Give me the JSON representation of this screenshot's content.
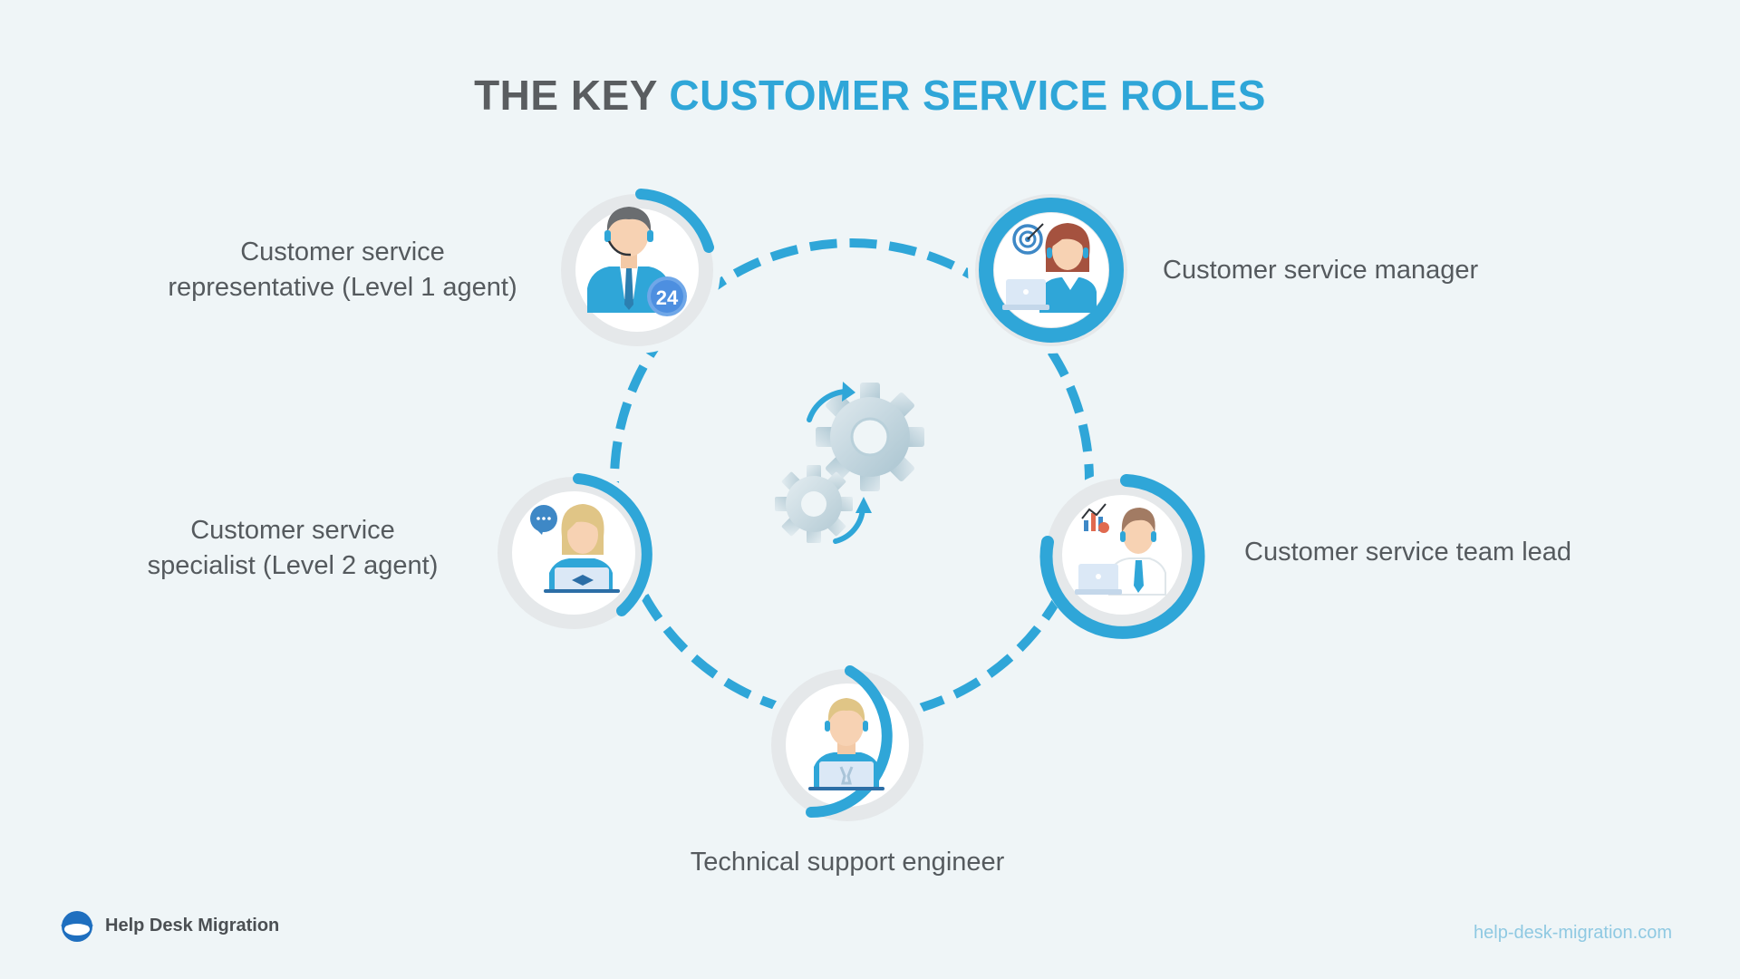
{
  "title": {
    "part1": "THE KEY",
    "part2": "CUSTOMER SERVICE ROLES"
  },
  "roles": [
    {
      "id": "representative",
      "line1": "Customer service",
      "line2": "representative (Level 1 agent)"
    },
    {
      "id": "manager",
      "line1": "Customer service manager"
    },
    {
      "id": "specialist",
      "line1": "Customer service",
      "line2": "specialist (Level 2 agent)"
    },
    {
      "id": "team-lead",
      "line1": "Customer service team lead"
    },
    {
      "id": "engineer",
      "line1": "Technical support engineer"
    }
  ],
  "badge": "24",
  "footer": {
    "brand": "Help Desk Migration",
    "url": "help-desk-migration.com"
  },
  "colors": {
    "accent": "#2fa6d8",
    "title_dark": "#5a5d60",
    "text": "#555a5e",
    "background": "#eff5f7",
    "url": "#8fc9e2"
  }
}
